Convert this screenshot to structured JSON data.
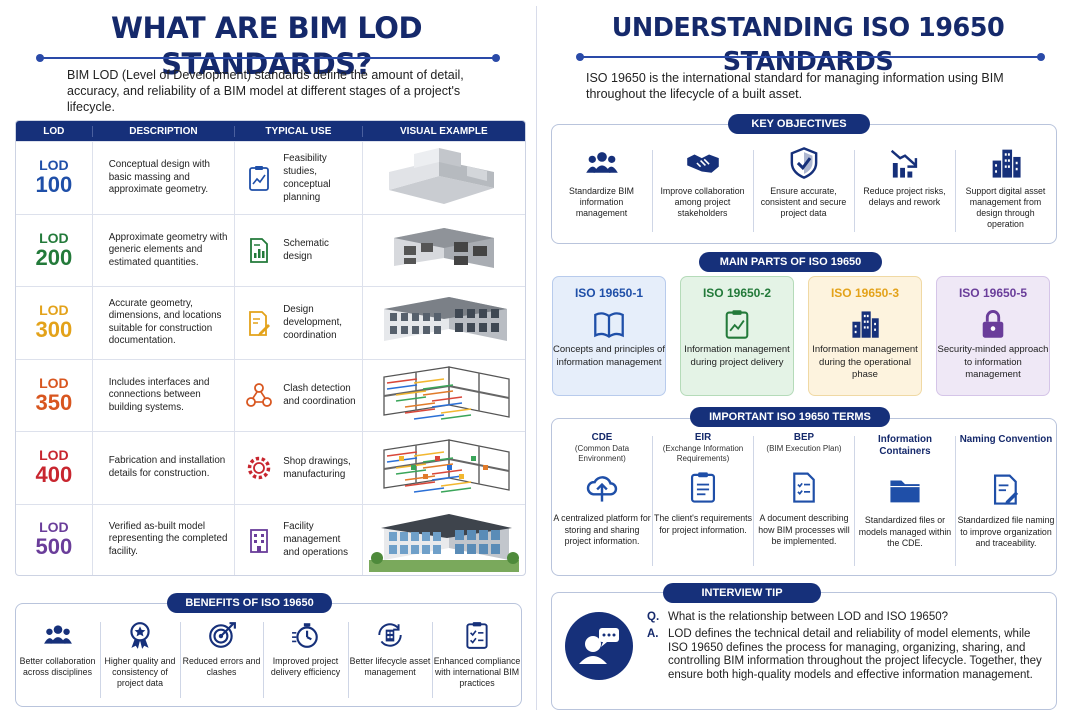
{
  "left": {
    "title": "WHAT ARE BIM LOD STANDARDS?",
    "intro": "BIM LOD (Level of Development) standards define the amount of detail, accuracy, and reliability of a BIM model at different stages of a project's lifecycle.",
    "table_headers": [
      "LOD",
      "DESCRIPTION",
      "TYPICAL USE",
      "VISUAL EXAMPLE"
    ],
    "rows": [
      {
        "lod": "LOD",
        "num": "100",
        "color": "#1f4fa8",
        "desc": "Conceptual design with basic massing and approximate geometry.",
        "use": "Feasibility studies, conceptual planning",
        "icon": "clipboard-chart-icon"
      },
      {
        "lod": "LOD",
        "num": "200",
        "color": "#237a3a",
        "desc": "Approximate geometry with generic elements and estimated quantities.",
        "use": "Schematic design",
        "icon": "document-chart-icon"
      },
      {
        "lod": "LOD",
        "num": "300",
        "color": "#e3a21a",
        "desc": "Accurate geometry, dimensions, and locations suitable for construction documentation.",
        "use": "Design development, coordination",
        "icon": "document-pencil-icon"
      },
      {
        "lod": "LOD",
        "num": "350",
        "color": "#d8561f",
        "desc": "Includes interfaces and connections between building systems.",
        "use": "Clash detection and coordination",
        "icon": "network-nodes-icon"
      },
      {
        "lod": "LOD",
        "num": "400",
        "color": "#c8262f",
        "desc": "Fabrication and installation details for construction.",
        "use": "Shop drawings, manufacturing",
        "icon": "gear-icon"
      },
      {
        "lod": "LOD",
        "num": "500",
        "color": "#6a3d9a",
        "desc": "Verified as-built model representing the completed facility.",
        "use": "Facility management and operations",
        "icon": "building-icon"
      }
    ],
    "benefits_title": "BENEFITS OF ISO 19650",
    "benefits": [
      {
        "label": "Better collaboration across disciplines",
        "icon": "team-icon"
      },
      {
        "label": "Higher quality and consistency of project data",
        "icon": "award-ribbon-icon"
      },
      {
        "label": "Reduced errors and clashes",
        "icon": "target-icon"
      },
      {
        "label": "Improved project delivery efficiency",
        "icon": "stopwatch-icon"
      },
      {
        "label": "Better lifecycle asset management",
        "icon": "building-cycle-icon"
      },
      {
        "label": "Enhanced compliance with international BIM practices",
        "icon": "checklist-icon"
      }
    ]
  },
  "right": {
    "title": "UNDERSTANDING ISO 19650 STANDARDS",
    "intro": "ISO 19650 is the international standard for managing information using BIM throughout the lifecycle of a built asset.",
    "objectives_title": "KEY OBJECTIVES",
    "objectives": [
      {
        "label": "Standardize BIM information management",
        "icon": "team-icon"
      },
      {
        "label": "Improve collaboration among project stakeholders",
        "icon": "handshake-icon"
      },
      {
        "label": "Ensure accurate, consistent and secure project data",
        "icon": "shield-check-icon"
      },
      {
        "label": "Reduce project risks, delays and rework",
        "icon": "chart-down-icon"
      },
      {
        "label": "Support digital asset management from design through operation",
        "icon": "buildings-icon"
      }
    ],
    "parts_title": "MAIN PARTS OF ISO 19650",
    "parts": [
      {
        "title": "ISO 19650-1",
        "desc": "Concepts and principles of information management",
        "bg": "#e6eefa",
        "border": "#b8cbec",
        "color": "#1f4fa8",
        "icon": "book-icon"
      },
      {
        "title": "ISO 19650-2",
        "desc": "Information management during project delivery",
        "bg": "#e4f3e6",
        "border": "#b5dbb9",
        "color": "#237a3a",
        "icon": "clipboard-chart-icon"
      },
      {
        "title": "ISO 19650-3",
        "desc": "Information management during the operational phase",
        "bg": "#fdf3de",
        "border": "#f0d9a4",
        "color": "#e3a21a",
        "icon": "buildings-icon"
      },
      {
        "title": "ISO 19650-5",
        "desc": "Security-minded approach to information management",
        "bg": "#efe8f6",
        "border": "#d5c5e8",
        "color": "#6a3d9a",
        "icon": "lock-icon"
      }
    ],
    "terms_title": "IMPORTANT ISO 19650 TERMS",
    "terms": [
      {
        "title": "CDE",
        "sub": "(Common Data Environment)",
        "desc": "A centralized platform for storing and sharing project information.",
        "icon": "cloud-upload-icon"
      },
      {
        "title": "EIR",
        "sub": "(Exchange Information Requirements)",
        "desc": "The client's requirements for project information.",
        "icon": "clipboard-list-icon"
      },
      {
        "title": "BEP",
        "sub": "(BIM Execution Plan)",
        "desc": "A document describing how BIM processes will be implemented.",
        "icon": "document-list-icon"
      },
      {
        "title": "Information Containers",
        "sub": "",
        "desc": "Standardized files or models managed within the CDE.",
        "icon": "folder-icon"
      },
      {
        "title": "Naming Convention",
        "sub": "",
        "desc": "Standardized file naming to improve organization and traceability.",
        "icon": "file-edit-icon"
      }
    ],
    "tip_title": "INTERVIEW TIP",
    "q_label": "Q.",
    "question": "What is the relationship between LOD and ISO 19650?",
    "a_label": "A.",
    "answer": "LOD defines the technical detail and reliability of model elements, while ISO 19650 defines the process for managing, organizing, sharing, and controlling BIM information throughout the project lifecycle. Together, they ensure both high-quality models and effective information management.",
    "tip_icon": "person-chat-icon"
  }
}
